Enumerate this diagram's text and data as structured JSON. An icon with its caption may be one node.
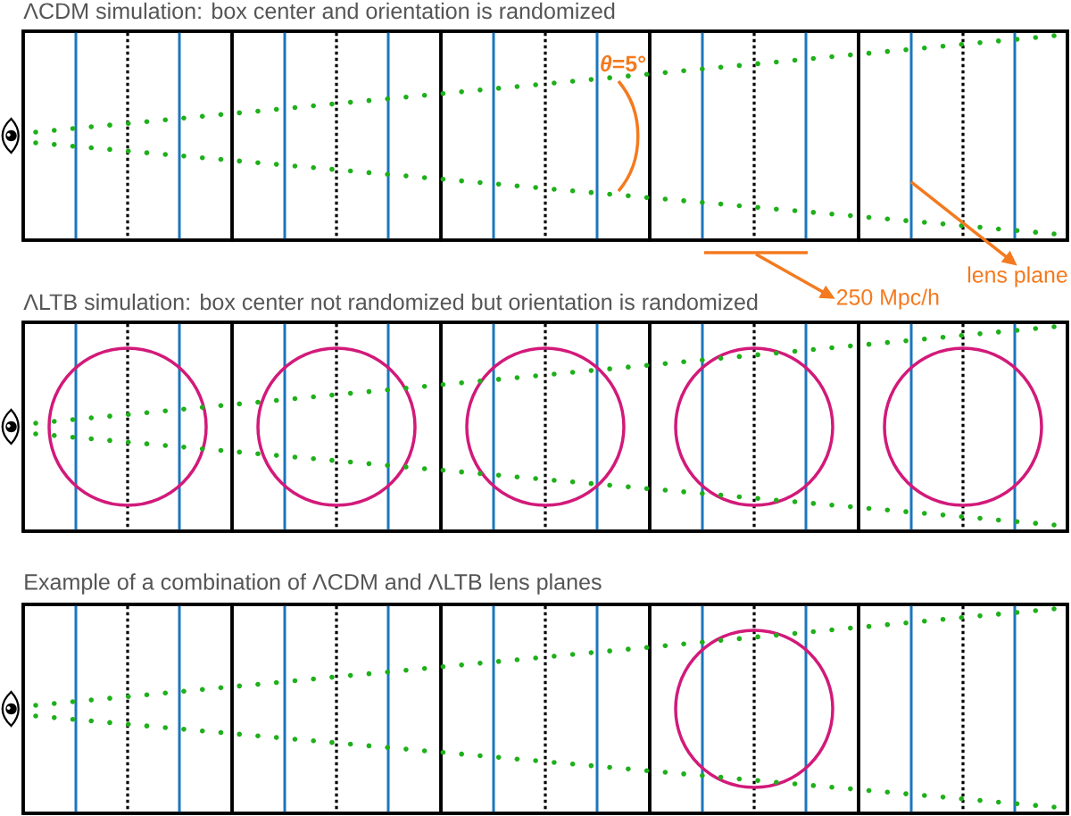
{
  "diagram": {
    "nodes": [
      {
        "text": [
          "ΛCDM simulation: box center and orientation is randomized"
        ]
      },
      {
        "text": [],
        "shape": "box",
        "in": 0
      },
      {
        "text": [],
        "shape": "box",
        "in": 0
      },
      {
        "text": [],
        "shape": "box",
        "in": 0
      },
      {
        "text": [],
        "shape": "box",
        "in": 0
      },
      {
        "text": [],
        "shape": "box",
        "in": 0
      },
      {
        "text": [],
        "shape": "bar"
      },
      {
        "text": [
          "lens plane"
        ]
      },
      {
        "text": [
          "250 Mpc/h"
        ]
      },
      {
        "text": [
          "ΛLTB simulation: box center not randomized but orientation is randomized"
        ]
      },
      {
        "text": [],
        "shape": "box",
        "in": 9
      },
      {
        "text": [],
        "shape": "circle",
        "in": 10
      },
      {
        "text": [],
        "shape": "box",
        "in": 9
      },
      {
        "text": [],
        "shape": "circle",
        "in": 12
      },
      {
        "text": [],
        "shape": "box",
        "in": 9
      },
      {
        "text": [],
        "shape": "circle",
        "in": 14
      },
      {
        "text": [],
        "shape": "box",
        "in": 9
      },
      {
        "text": [],
        "shape": "circle",
        "in": 16
      },
      {
        "text": [],
        "shape": "box",
        "in": 9
      },
      {
        "text": [],
        "shape": "circle",
        "in": 18
      },
      {
        "text": [
          "Example of a combination of ΛCDM and ΛLTB lens planes"
        ]
      },
      {
        "text": [],
        "shape": "box",
        "in": 20
      },
      {
        "text": [],
        "shape": "box",
        "in": 20
      },
      {
        "text": [],
        "shape": "box",
        "in": 20
      },
      {
        "text": [],
        "shape": "box",
        "in": 20
      },
      {
        "text": [],
        "shape": "circle",
        "in": 24
      },
      {
        "text": [],
        "shape": "box",
        "in": 20
      }
    ],
    "edges": [
      {
        "from": 6,
        "to": 8,
        "arrow": "to"
      },
      {
        "from": 5,
        "to": 7,
        "arrow": "to"
      }
    ],
    "labels": [
      "*θ*=5°"
    ]
  }
}
